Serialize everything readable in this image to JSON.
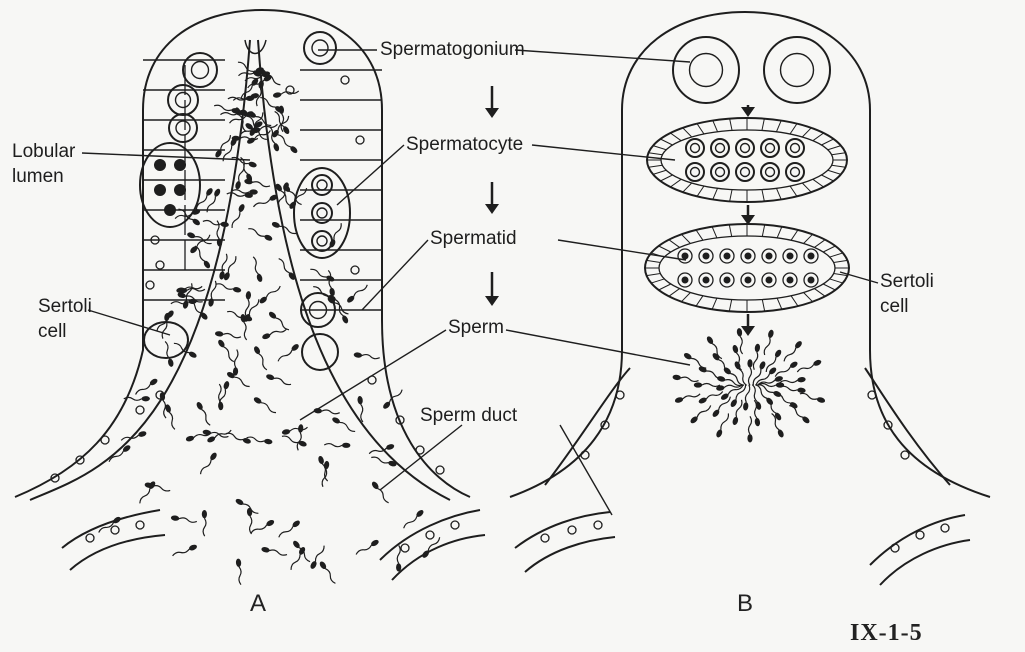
{
  "labels": {
    "spermatogonium": "Spermatogonium",
    "spermatocyte": "Spermatocyte",
    "spermatid": "Spermatid",
    "sperm": "Sperm",
    "sperm_duct": "Sperm duct",
    "lobular_lumen": [
      "Lobular",
      "lumen"
    ],
    "sertoli_left": [
      "Sertoli",
      "cell"
    ],
    "sertoli_right": [
      "Sertoli",
      "cell"
    ]
  },
  "panels": {
    "a": "A",
    "b": "B"
  },
  "figure_id": "IX-1-5",
  "colors": {
    "ink": "#1e1e1e",
    "paper": "#f7f7f5"
  }
}
